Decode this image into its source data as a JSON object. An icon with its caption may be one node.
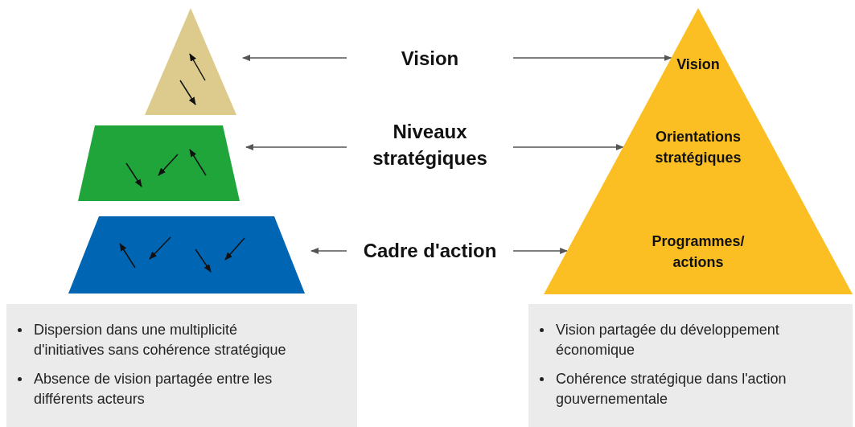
{
  "diagram": {
    "nodes": [
      {
        "text": [],
        "shape": "triangle"
      },
      {
        "text": [],
        "shape": "trapezoid"
      },
      {
        "text": [],
        "shape": "trapezoid"
      },
      {
        "text": [
          "Vision"
        ]
      },
      {
        "text": [
          "Niveaux stratégiques"
        ]
      },
      {
        "text": [
          "Cadre d'action"
        ]
      },
      {
        "text": [
          "Vision",
          "Orientations stratégiques",
          "Programmes/ actions"
        ]
      },
      {
        "text": [
          "Dispersion dans une multiplicité d'initiatives sans cohérence stratégique",
          "Absence de vision partagée entre les différents acteurs"
        ]
      },
      {
        "text": [
          "Vision partagée du développement économique",
          "Cohérence stratégique dans l'action gouvernementale"
        ]
      }
    ],
    "edges": [
      {
        "from": 3,
        "to": 0,
        "arrow": "to"
      },
      {
        "from": 3,
        "to": 6,
        "arrow": "to"
      },
      {
        "from": 4,
        "to": 1,
        "arrow": "to"
      },
      {
        "from": 4,
        "to": 6,
        "arrow": "to"
      },
      {
        "from": 5,
        "to": 2,
        "arrow": "to"
      },
      {
        "from": 5,
        "to": 6,
        "arrow": "to"
      }
    ]
  }
}
